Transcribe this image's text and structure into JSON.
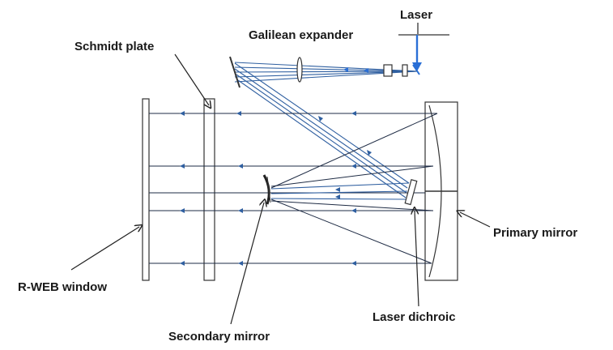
{
  "labels": {
    "laser": "Laser",
    "galilean_expander": "Galilean expander",
    "schmidt_plate": "Schmidt plate",
    "primary_mirror": "Primary mirror",
    "rweb_window": "R-WEB window",
    "laser_dichroic": "Laser dichroic",
    "secondary_mirror": "Secondary mirror"
  },
  "colors": {
    "ray": "#2f5fa0",
    "ray_dark": "#1e2b44",
    "outline": "#333333",
    "text": "#1a1a1a",
    "laser_beam": "#2a6fd6"
  }
}
